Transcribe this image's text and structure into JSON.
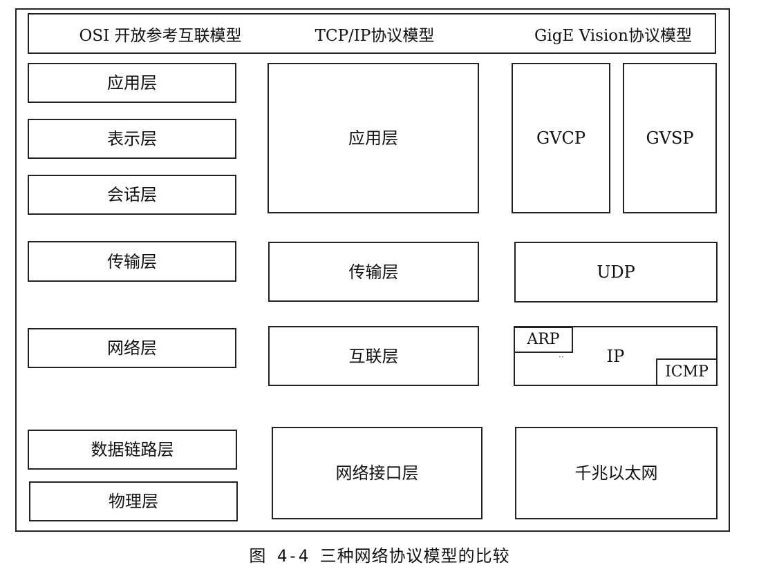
{
  "header": {
    "osi_title": "OSI 开放参考互联模型",
    "tcpip_title": "TCP/IP协议模型",
    "gige_title": "GigE Vision协议模型"
  },
  "osi": {
    "application": "应用层",
    "presentation": "表示层",
    "session": "会话层",
    "transport": "传输层",
    "network": "网络层",
    "datalink": "数据链路层",
    "physical": "物理层"
  },
  "tcpip": {
    "application": "应用层",
    "transport": "传输层",
    "internet": "互联层",
    "network_interface": "网络接口层"
  },
  "gige": {
    "gvcp": "GVCP",
    "gvsp": "GVSP",
    "udp": "UDP",
    "ip": "IP",
    "arp": "ARP",
    "icmp": "ICMP",
    "ethernet": "千兆以太网"
  },
  "caption": "图 4-4 三种网络协议模型的比较"
}
